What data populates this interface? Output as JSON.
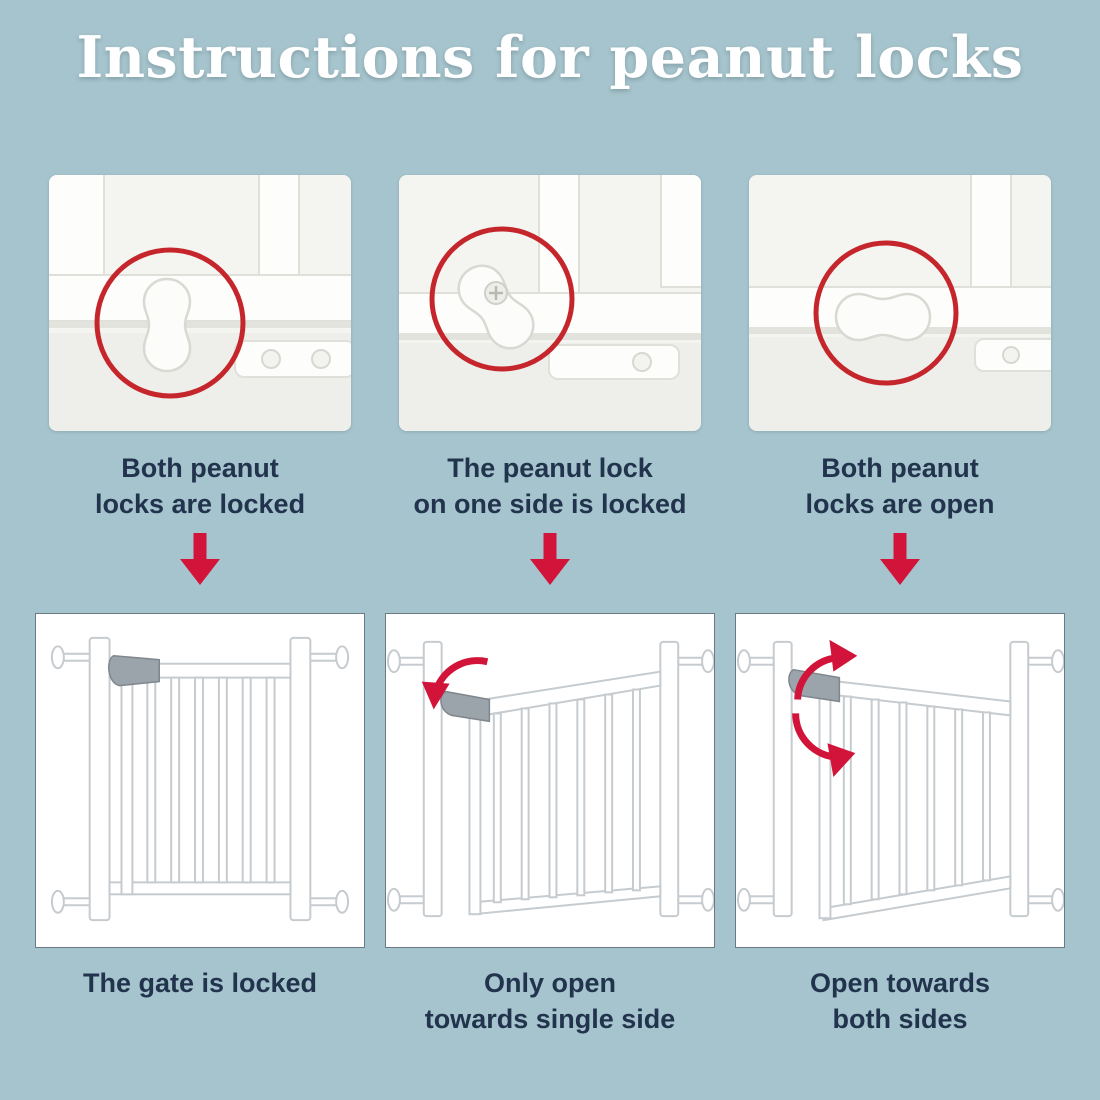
{
  "page": {
    "title": "Instructions for peanut locks",
    "background_color": "#a6c4cd",
    "accent_red": "#d2143a",
    "highlight_circle_color": "#c5262c",
    "text_color": "#22344d"
  },
  "columns": [
    {
      "lock_photo_icon": "both-peanut-locks-locked-photo",
      "lock_caption": "Both peanut\nlocks are locked",
      "arrow_icon": "red-down-arrow",
      "gate_illustration_icon": "gate-locked-illustration",
      "gate_caption": "The gate is locked"
    },
    {
      "lock_photo_icon": "one-side-peanut-lock-locked-photo",
      "lock_caption": "The peanut lock\non one side is locked",
      "arrow_icon": "red-down-arrow",
      "gate_illustration_icon": "gate-open-single-side-illustration",
      "gate_caption": "Only open\ntowards single side"
    },
    {
      "lock_photo_icon": "both-peanut-locks-open-photo",
      "lock_caption": "Both peanut\nlocks are open",
      "arrow_icon": "red-down-arrow",
      "gate_illustration_icon": "gate-open-both-sides-illustration",
      "gate_caption": "Open towards\nboth sides"
    }
  ]
}
